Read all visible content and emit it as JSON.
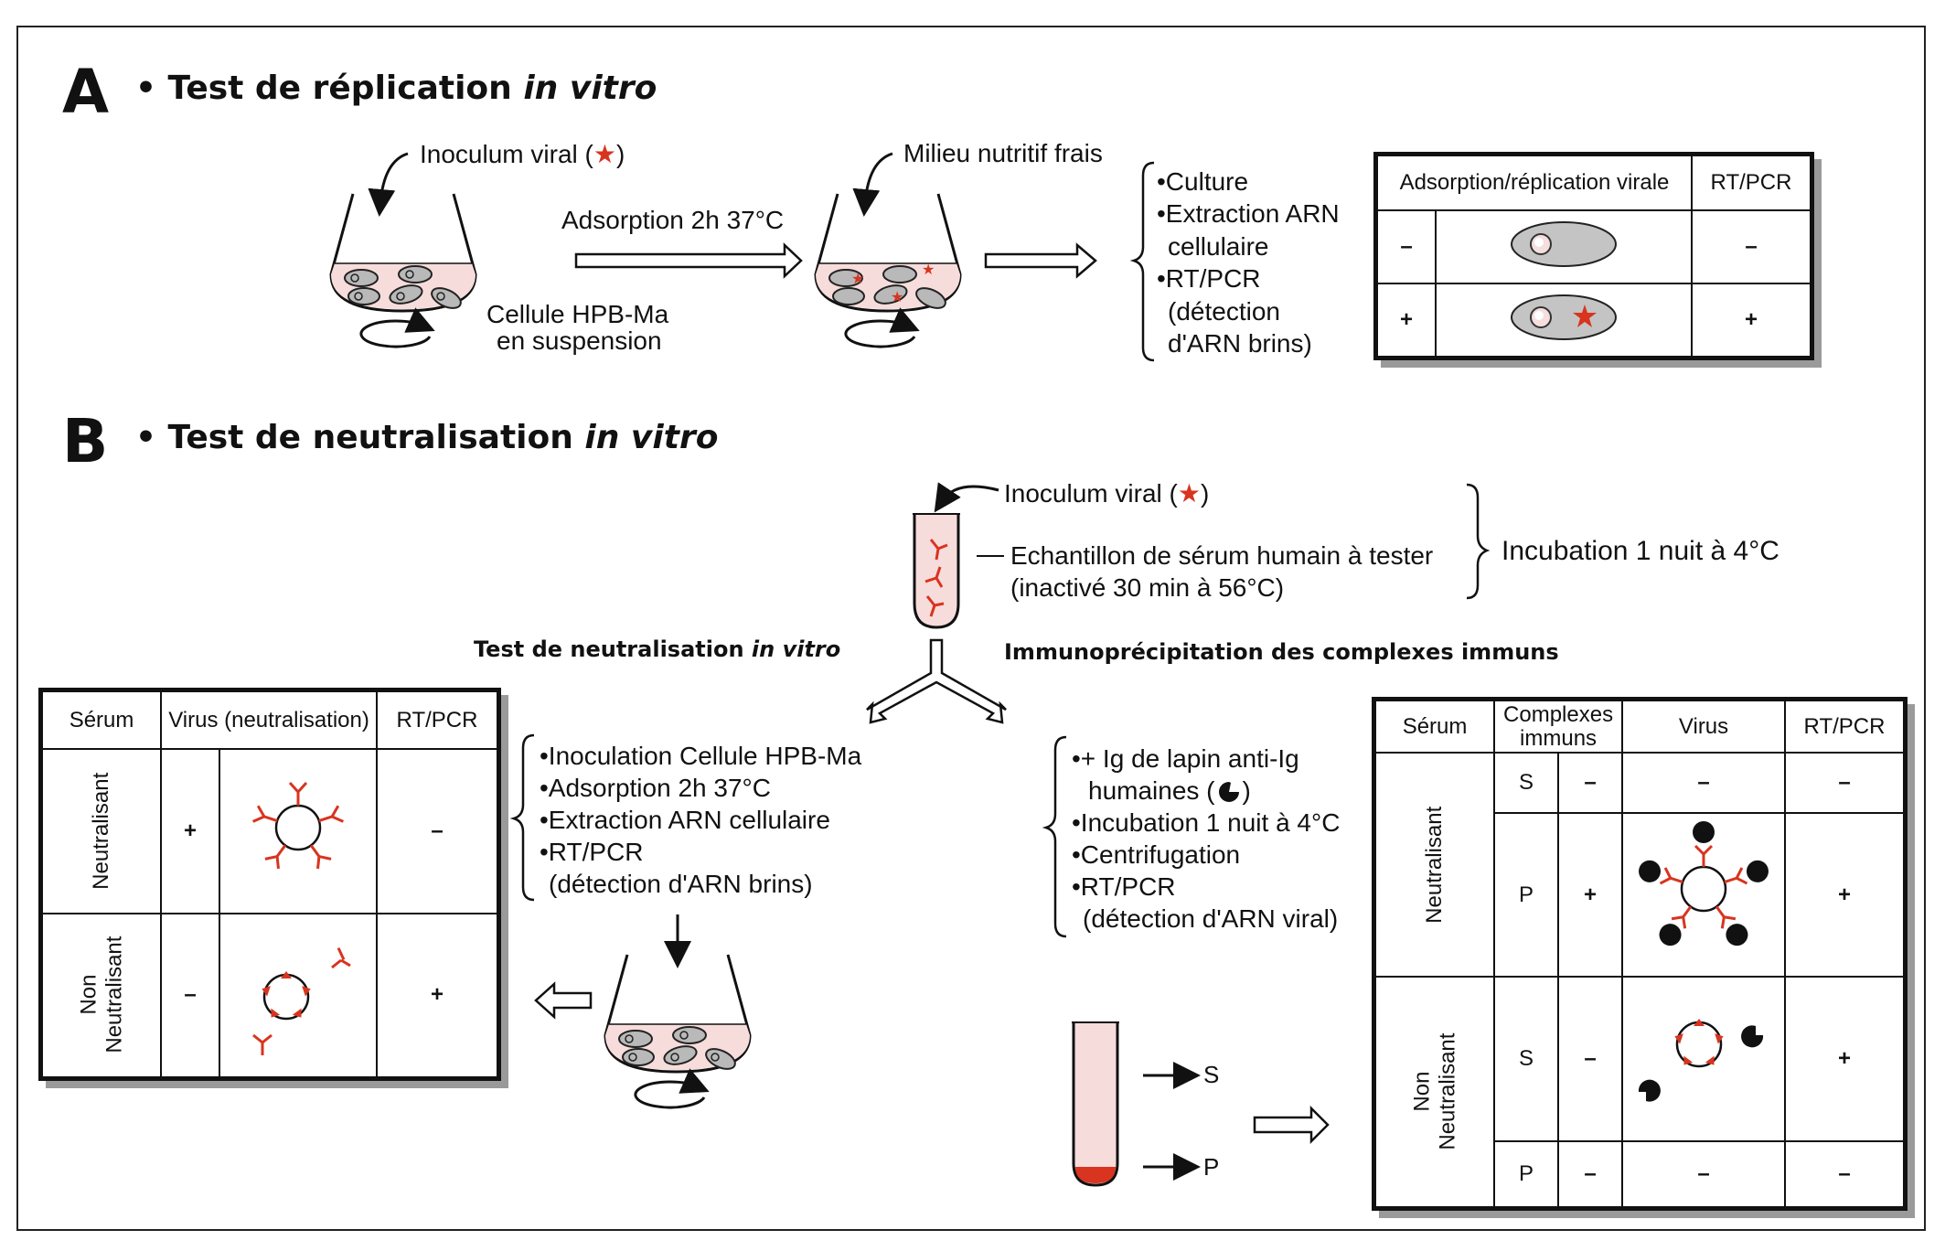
{
  "section_a": {
    "letter": "A",
    "title_prefix": "• Test de réplication",
    "title_italic": "in vitro",
    "inoculum_label": "Inoculum viral (",
    "inoculum_star": "★",
    "inoculum_close": ")",
    "adsorption_label": "Adsorption 2h 37°C",
    "cell_label_1": "Cellule HPB-Ma",
    "cell_label_2": "en suspension",
    "fresh_medium_label": "Milieu nutritif frais",
    "steps": [
      "•Culture",
      "•Extraction ARN",
      "cellulaire",
      "•RT/PCR",
      "(détection",
      "d'ARN brins)"
    ],
    "table": {
      "header_col2": "Adsorption/réplication virale",
      "header_col3": "RT/PCR",
      "rows": [
        {
          "sign": "–",
          "result": "–"
        },
        {
          "sign": "+",
          "result": "+"
        }
      ]
    }
  },
  "section_b": {
    "letter": "B",
    "title_prefix": "• Test de neutralisation",
    "title_italic": "in vitro",
    "inoculum_label": "Inoculum viral (",
    "inoculum_star": "★",
    "inoculum_close": ")",
    "sample_line_1": "Echantillon de sérum humain à tester",
    "sample_line_2": "(inactivé 30 min à 56°C)",
    "incubation_label": "Incubation 1 nuit à 4°C",
    "branch_left_prefix": "Test de neutralisation",
    "branch_left_italic": "in vitro",
    "branch_right": "Immunoprécipitation des complexes immuns",
    "left_table": {
      "header_col1": "Sérum",
      "header_col2": "Virus (neutralisation)",
      "header_col3": "RT/PCR",
      "rows": [
        {
          "serum": "Neutralisant",
          "sign": "+",
          "result": "–"
        },
        {
          "serum_1": "Non",
          "serum_2": "Neutralisant",
          "sign": "–",
          "result": "+"
        }
      ]
    },
    "left_steps": [
      "•Inoculation Cellule HPB-Ma",
      "•Adsorption 2h 37°C",
      "•Extraction ARN cellulaire",
      "•RT/PCR",
      "(détection d'ARN brins)"
    ],
    "right_steps": [
      "•+ Ig de lapin anti-Ig",
      "humaines (",
      ")",
      "•Incubation 1 nuit à 4°C",
      "•Centrifugation",
      "•RT/PCR",
      "(détection d'ARN viral)"
    ],
    "tube_s": "S",
    "tube_p": "P",
    "right_table": {
      "header_col1": "Sérum",
      "header_col2_1": "Complexes",
      "header_col2_2": "immuns",
      "header_col3": "Virus",
      "header_col4": "RT/PCR",
      "groups": [
        {
          "serum": "Neutralisant",
          "rows": [
            {
              "fraction": "S",
              "complex": "–",
              "virus": "–",
              "result": "–"
            },
            {
              "fraction": "P",
              "complex": "+",
              "result": "+"
            }
          ]
        },
        {
          "serum_1": "Non",
          "serum_2": "Neutralisant",
          "rows": [
            {
              "fraction": "S",
              "complex": "–",
              "result": "+"
            },
            {
              "fraction": "P",
              "complex": "–",
              "virus": "–",
              "result": "–"
            }
          ]
        }
      ]
    },
    "colors": {
      "virus_red": "#d8341f",
      "cell_grey": "#b9b9b9",
      "medium_pink": "#f7dcdc",
      "shadow": "#9a9a9a"
    }
  }
}
